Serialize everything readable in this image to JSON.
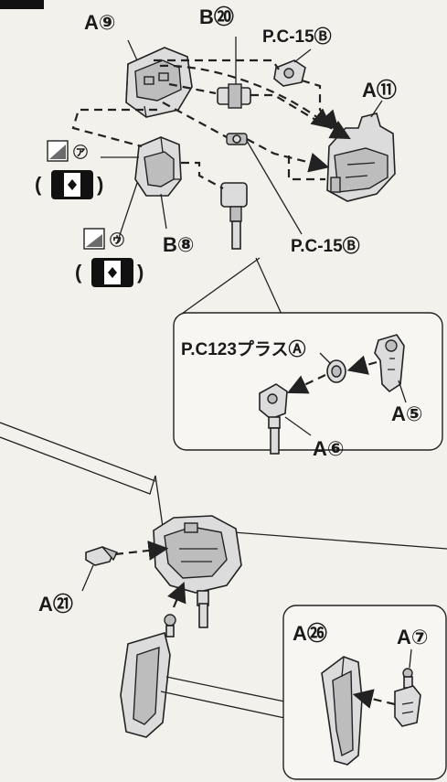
{
  "labels": {
    "a9": "A⑨",
    "b20": "B⑳",
    "pc15_top": "P.C-15Ⓑ",
    "a11": "A⑪",
    "b8": "B⑧",
    "pc15_bottom": "P.C-15Ⓑ",
    "i_mark": "㋐",
    "u_mark": "㋒",
    "paren_open": "(",
    "paren_close": ")",
    "pc123": "P.C123プラスⒶ",
    "a5": "A⑤",
    "a6": "A⑥",
    "a21": "A㉑",
    "a26": "A㉖",
    "a7": "A⑦"
  },
  "icons": [
    "sticker-icon",
    "polarity-icon",
    "arrow-icon"
  ],
  "colors": {
    "ink": "#1a1a1a",
    "paper": "#f3f1ec",
    "part": "#dcdcdc"
  }
}
